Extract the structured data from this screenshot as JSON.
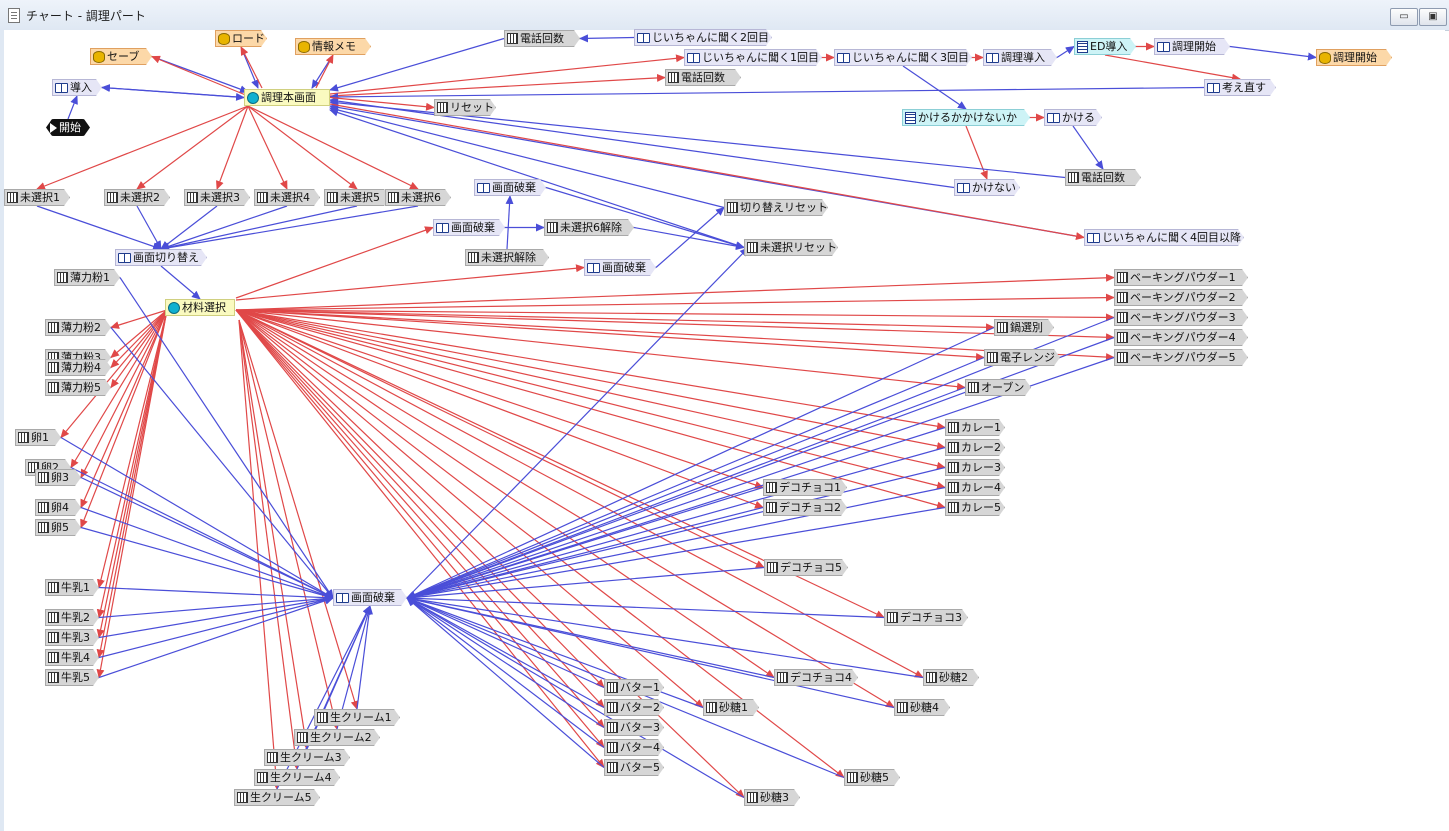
{
  "window": {
    "title": "チャート - 調理パート",
    "minimize_label": "▭",
    "maximize_label": "▣"
  },
  "nodes": [
    {
      "id": "rodo",
      "label": "ロード",
      "style": "orange",
      "icon": "db-icon"
    },
    {
      "id": "seebu",
      "label": "セーブ",
      "style": "orange",
      "icon": "db-icon"
    },
    {
      "id": "jouhou",
      "label": "情報メモ",
      "style": "orange",
      "icon": "db-icon"
    },
    {
      "id": "denwa1",
      "label": "電話回数",
      "style": "grey",
      "icon": "calc-icon"
    },
    {
      "id": "jii2",
      "label": "じいちゃんに聞く2回目",
      "style": "lav",
      "icon": "book-icon"
    },
    {
      "id": "jii1",
      "label": "じいちゃんに聞く1回目",
      "style": "lav",
      "icon": "book-icon"
    },
    {
      "id": "jii3",
      "label": "じいちゃんに聞く3回目",
      "style": "lav",
      "icon": "book-icon"
    },
    {
      "id": "chouri_dounyu",
      "label": "調理導入",
      "style": "lav",
      "icon": "book-icon"
    },
    {
      "id": "ed",
      "label": "ED導入",
      "style": "cyan",
      "icon": "grid-icon"
    },
    {
      "id": "chouri_kaishi1",
      "label": "調理開始",
      "style": "lav",
      "icon": "book-icon"
    },
    {
      "id": "chouri_kaishi2",
      "label": "調理開始",
      "style": "orange",
      "icon": "db-icon"
    },
    {
      "id": "denwa2",
      "label": "電話回数",
      "style": "grey",
      "icon": "calc-icon"
    },
    {
      "id": "kangae",
      "label": "考え直す",
      "style": "lav",
      "icon": "book-icon"
    },
    {
      "id": "dounyu",
      "label": "導入",
      "style": "lav",
      "icon": "book-icon"
    },
    {
      "id": "main",
      "label": "調理本画面",
      "style": "yellow",
      "icon": "hub-icon"
    },
    {
      "id": "reset",
      "label": "リセット",
      "style": "grey",
      "icon": "calc-icon"
    },
    {
      "id": "kaishi",
      "label": "開始",
      "style": "start",
      "icon": "play-icon"
    },
    {
      "id": "kakeru_q",
      "label": "かけるかかけないか",
      "style": "cyan",
      "icon": "grid-icon"
    },
    {
      "id": "kakeru",
      "label": "かける",
      "style": "lav",
      "icon": "book-icon"
    },
    {
      "id": "kakenai",
      "label": "かけない",
      "style": "lav",
      "icon": "book-icon"
    },
    {
      "id": "denwa3",
      "label": "電話回数",
      "style": "grey",
      "icon": "calc-icon"
    },
    {
      "id": "mi1",
      "label": "未選択1",
      "style": "grey",
      "icon": "calc-icon"
    },
    {
      "id": "mi2",
      "label": "未選択2",
      "style": "grey",
      "icon": "calc-icon"
    },
    {
      "id": "mi3",
      "label": "未選択3",
      "style": "grey",
      "icon": "calc-icon"
    },
    {
      "id": "mi4",
      "label": "未選択4",
      "style": "grey",
      "icon": "calc-icon"
    },
    {
      "id": "mi5",
      "label": "未選択5",
      "style": "grey",
      "icon": "calc-icon"
    },
    {
      "id": "mi6",
      "label": "未選択6",
      "style": "grey",
      "icon": "calc-icon"
    },
    {
      "id": "hakai_a",
      "label": "画面破棄",
      "style": "lav",
      "icon": "book-icon"
    },
    {
      "id": "kirikae_reset",
      "label": "切り替えリセット",
      "style": "grey",
      "icon": "calc-icon"
    },
    {
      "id": "hakai_b",
      "label": "画面破棄",
      "style": "lav",
      "icon": "book-icon"
    },
    {
      "id": "mi6_kaijo",
      "label": "未選択6解除",
      "style": "grey",
      "icon": "calc-icon"
    },
    {
      "id": "mi_reset",
      "label": "未選択リセット",
      "style": "grey",
      "icon": "calc-icon"
    },
    {
      "id": "jii4",
      "label": "じいちゃんに聞く4回目以降",
      "style": "lav",
      "icon": "book-icon"
    },
    {
      "id": "kirikae",
      "label": "画面切り替え",
      "style": "lav",
      "icon": "book-icon"
    },
    {
      "id": "mi_kaijo",
      "label": "未選択解除",
      "style": "grey",
      "icon": "calc-icon"
    },
    {
      "id": "hakai_c",
      "label": "画面破棄",
      "style": "lav",
      "icon": "book-icon"
    },
    {
      "id": "haku1",
      "label": "薄力粉1",
      "style": "grey",
      "icon": "calc-icon"
    },
    {
      "id": "zairyou",
      "label": "材料選択",
      "style": "yellow",
      "icon": "hub-icon"
    },
    {
      "id": "bp1",
      "label": "ベーキングパウダー1",
      "style": "grey",
      "icon": "calc-icon"
    },
    {
      "id": "bp2",
      "label": "ベーキングパウダー2",
      "style": "grey",
      "icon": "calc-icon"
    },
    {
      "id": "bp3",
      "label": "ベーキングパウダー3",
      "style": "grey",
      "icon": "calc-icon"
    },
    {
      "id": "bp4",
      "label": "ベーキングパウダー4",
      "style": "grey",
      "icon": "calc-icon"
    },
    {
      "id": "bp5",
      "label": "ベーキングパウダー5",
      "style": "grey",
      "icon": "calc-icon"
    },
    {
      "id": "nabe",
      "label": "鍋選別",
      "style": "grey",
      "icon": "calc-icon"
    },
    {
      "id": "renji",
      "label": "電子レンジ",
      "style": "grey",
      "icon": "calc-icon"
    },
    {
      "id": "oven",
      "label": "オーブン",
      "style": "grey",
      "icon": "calc-icon"
    },
    {
      "id": "haku2",
      "label": "薄力粉2",
      "style": "grey",
      "icon": "calc-icon"
    },
    {
      "id": "haku3",
      "label": "薄力粉3",
      "style": "grey",
      "icon": "calc-icon"
    },
    {
      "id": "haku4",
      "label": "薄力粉4",
      "style": "grey",
      "icon": "calc-icon"
    },
    {
      "id": "haku5",
      "label": "薄力粉5",
      "style": "grey",
      "icon": "calc-icon"
    },
    {
      "id": "tama1",
      "label": "卵1",
      "style": "grey",
      "icon": "calc-icon"
    },
    {
      "id": "tama2",
      "label": "卵2",
      "style": "grey",
      "icon": "calc-icon"
    },
    {
      "id": "tama3",
      "label": "卵3",
      "style": "grey",
      "icon": "calc-icon"
    },
    {
      "id": "tama4",
      "label": "卵4",
      "style": "grey",
      "icon": "calc-icon"
    },
    {
      "id": "tama5",
      "label": "卵5",
      "style": "grey",
      "icon": "calc-icon"
    },
    {
      "id": "curry1",
      "label": "カレー1",
      "style": "grey",
      "icon": "calc-icon"
    },
    {
      "id": "curry2",
      "label": "カレー2",
      "style": "grey",
      "icon": "calc-icon"
    },
    {
      "id": "curry3",
      "label": "カレー3",
      "style": "grey",
      "icon": "calc-icon"
    },
    {
      "id": "curry4",
      "label": "カレー4",
      "style": "grey",
      "icon": "calc-icon"
    },
    {
      "id": "curry5",
      "label": "カレー5",
      "style": "grey",
      "icon": "calc-icon"
    },
    {
      "id": "deco1",
      "label": "デコチョコ1",
      "style": "grey",
      "icon": "calc-icon"
    },
    {
      "id": "deco2",
      "label": "デコチョコ2",
      "style": "grey",
      "icon": "calc-icon"
    },
    {
      "id": "deco5",
      "label": "デコチョコ5",
      "style": "grey",
      "icon": "calc-icon"
    },
    {
      "id": "deco3",
      "label": "デコチョコ3",
      "style": "grey",
      "icon": "calc-icon"
    },
    {
      "id": "deco4",
      "label": "デコチョコ4",
      "style": "grey",
      "icon": "calc-icon"
    },
    {
      "id": "gyu1",
      "label": "牛乳1",
      "style": "grey",
      "icon": "calc-icon"
    },
    {
      "id": "gyu2",
      "label": "牛乳2",
      "style": "grey",
      "icon": "calc-icon"
    },
    {
      "id": "gyu3",
      "label": "牛乳3",
      "style": "grey",
      "icon": "calc-icon"
    },
    {
      "id": "gyu4",
      "label": "牛乳4",
      "style": "grey",
      "icon": "calc-icon"
    },
    {
      "id": "gyu5",
      "label": "牛乳5",
      "style": "grey",
      "icon": "calc-icon"
    },
    {
      "id": "hakai_main",
      "label": "画面破棄",
      "style": "lav",
      "icon": "book-icon"
    },
    {
      "id": "sato2",
      "label": "砂糖2",
      "style": "grey",
      "icon": "calc-icon"
    },
    {
      "id": "sato4",
      "label": "砂糖4",
      "style": "grey",
      "icon": "calc-icon"
    },
    {
      "id": "sato1",
      "label": "砂糖1",
      "style": "grey",
      "icon": "calc-icon"
    },
    {
      "id": "sato5",
      "label": "砂糖5",
      "style": "grey",
      "icon": "calc-icon"
    },
    {
      "id": "sato3",
      "label": "砂糖3",
      "style": "grey",
      "icon": "calc-icon"
    },
    {
      "id": "butter1",
      "label": "バター1",
      "style": "grey",
      "icon": "calc-icon"
    },
    {
      "id": "butter2",
      "label": "バター2",
      "style": "grey",
      "icon": "calc-icon"
    },
    {
      "id": "butter3",
      "label": "バター3",
      "style": "grey",
      "icon": "calc-icon"
    },
    {
      "id": "butter4",
      "label": "バター4",
      "style": "grey",
      "icon": "calc-icon"
    },
    {
      "id": "butter5",
      "label": "バター5",
      "style": "grey",
      "icon": "calc-icon"
    },
    {
      "id": "cream1",
      "label": "生クリーム1",
      "style": "grey",
      "icon": "calc-icon"
    },
    {
      "id": "cream2",
      "label": "生クリーム2",
      "style": "grey",
      "icon": "calc-icon"
    },
    {
      "id": "cream3",
      "label": "生クリーム3",
      "style": "grey",
      "icon": "calc-icon"
    },
    {
      "id": "cream4",
      "label": "生クリーム4",
      "style": "grey",
      "icon": "calc-icon"
    },
    {
      "id": "cream5",
      "label": "生クリーム5",
      "style": "grey",
      "icon": "calc-icon"
    }
  ],
  "colors": {
    "edge_red": "#e04848",
    "edge_blue": "#4a4ed8"
  }
}
